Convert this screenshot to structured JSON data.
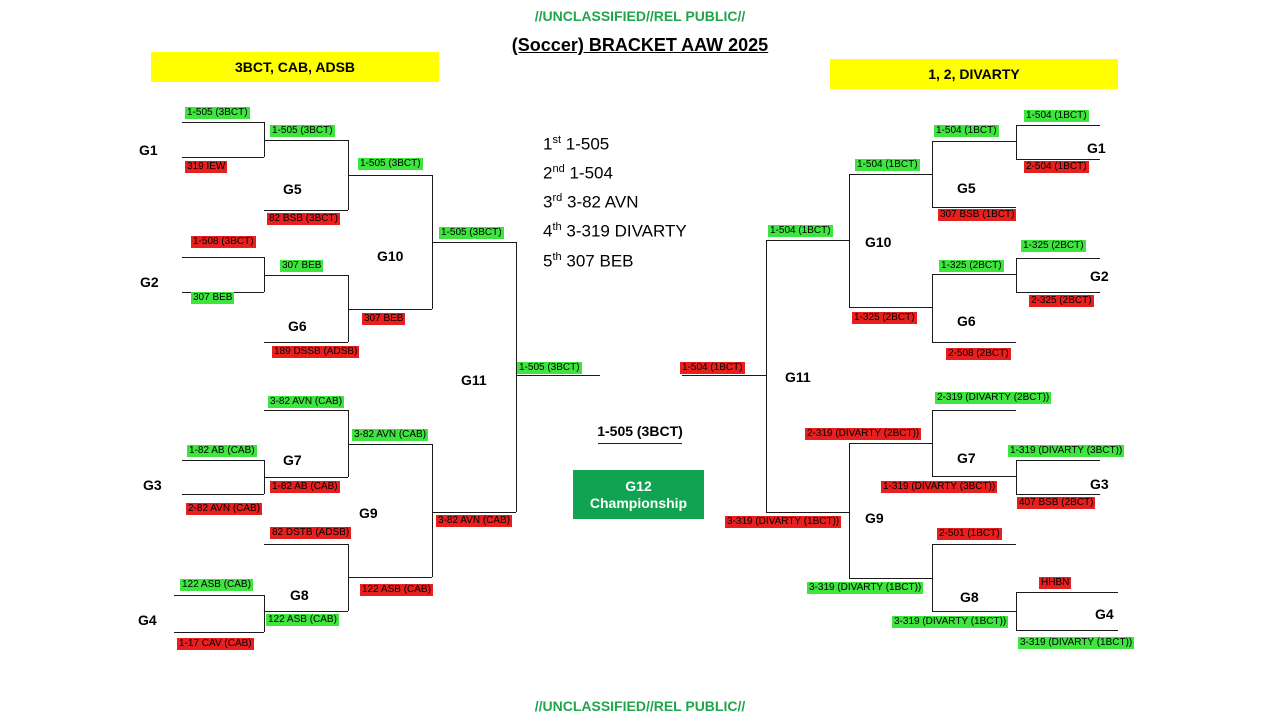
{
  "classification_top": "//UNCLASSIFIED//REL PUBLIC//",
  "classification_bottom": "//UNCLASSIFIED//REL PUBLIC//",
  "title": "(Soccer) BRACKET AAW 2025",
  "left_header": "3BCT, CAB, ADSB",
  "right_header": "1, 2, DIVARTY",
  "standings": [
    {
      "ord": "st",
      "num": "1",
      "team": "1-505"
    },
    {
      "ord": "nd",
      "num": "2",
      "team": "1-504"
    },
    {
      "ord": "rd",
      "num": "3",
      "team": "3-82 AVN"
    },
    {
      "ord": "th",
      "num": "4",
      "team": "3-319 DIVARTY"
    },
    {
      "ord": "th",
      "num": "5",
      "team": "307 BEB"
    }
  ],
  "champion": "1-505 (3BCT)",
  "championship": {
    "line1": "G12",
    "line2": "Championship"
  },
  "games": {
    "G1": "G1",
    "G2": "G2",
    "G3": "G3",
    "G4": "G4",
    "G5": "G5",
    "G6": "G6",
    "G7": "G7",
    "G8": "G8",
    "G9": "G9",
    "G10": "G10",
    "G11": "G11"
  },
  "left": {
    "g1_top": "1-505 (3BCT)",
    "g1_bot": "319 IEW",
    "g5_top": "1-505 (3BCT)",
    "g5_bot": "82 BSB (3BCT)",
    "g2_top": "1-508 (3BCT)",
    "g2_bot": "307 BEB",
    "g6_top": "307 BEB",
    "g6_bot": "189 DSSB (ADSB)",
    "g10_top": "1-505 (3BCT)",
    "g10_bot": "307 BEB",
    "g11_top": "1-505 (3BCT)",
    "final": "1-505 (3BCT)",
    "g7_top": "3-82 AVN (CAB)",
    "g7_bot": "1-82 AB (CAB)",
    "g3_top": "1-82 AB (CAB)",
    "g3_bot": "2-82 AVN (CAB)",
    "g9_top": "3-82 AVN (CAB)",
    "g9_bot": "122 ASB (CAB)",
    "g11_bot": "3-82 AVN (CAB)",
    "g8_top": "82 DSTB (ADSB)",
    "g8_bot": "122 ASB (CAB)",
    "g4_top": "122 ASB (CAB)",
    "g4_bot": "1-17 CAV (CAB)"
  },
  "right": {
    "g1_top": "1-504 (1BCT)",
    "g1_bot": "2-504 (1BCT)",
    "g5_top": "1-504 (1BCT)",
    "g5_bot": "307 BSB (1BCT)",
    "g10_top": "1-504 (1BCT)",
    "g10_bot": "1-325 (2BCT)",
    "g11_top": "1-504 (1BCT)",
    "g2_top": "1-325 (2BCT)",
    "g2_bot": "2-325 (2BCT)",
    "g6_top": "1-325 (2BCT)",
    "g6_bot": "2-508 (2BCT)",
    "final": "1-504 (1BCT)",
    "g7_top": "2-319 (DIVARTY (2BCT))",
    "g7_bot": "1-319 (DIVARTY (3BCT))",
    "g9_top": "2-319 (DIVARTY (2BCT))",
    "g9_bot": "3-319 (DIVARTY (1BCT))",
    "g3_top": "1-319 (DIVARTY (3BCT))",
    "g3_bot": "407 BSB (2BCT)",
    "g11_bot": "3-319 (DIVARTY (1BCT))",
    "g8_top": "2-501 (1BCT)",
    "g8_bot": "3-319 (DIVARTY (1BCT))",
    "g4_top": "HHBN",
    "g4_bot": "3-319 (DIVARTY (1BCT))"
  },
  "colors": {
    "win": "#3ee53e",
    "loss": "#e81f1f",
    "header": "#ffff00",
    "championship": "#10a351",
    "classification": "#1fa64a"
  }
}
